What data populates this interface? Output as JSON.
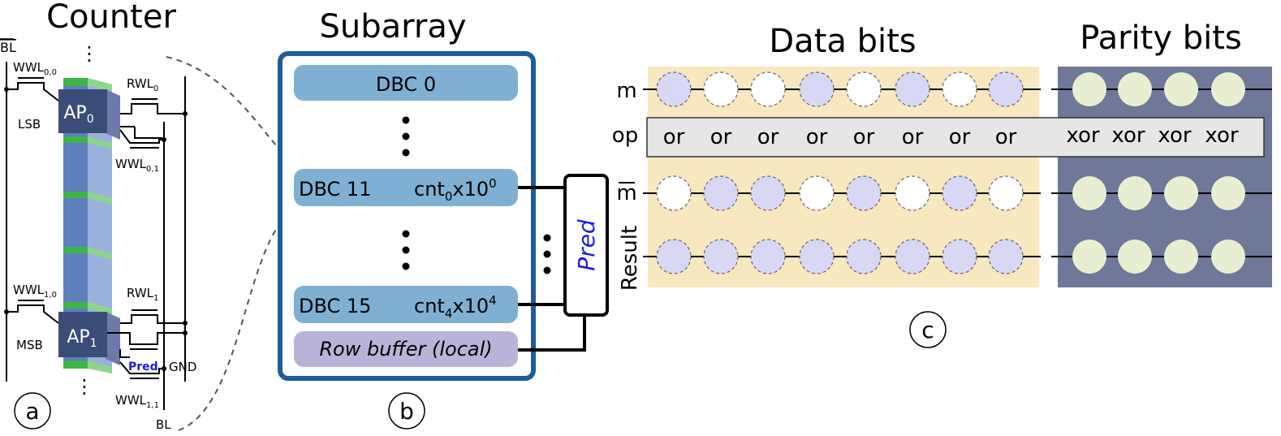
{
  "panel_a": {
    "title": "Counter",
    "bl_bar": "BL",
    "bl": "BL",
    "gnd": "GND",
    "lsb": "LSB",
    "msb": "MSB",
    "pred": "Pred",
    "ap0": {
      "base": "AP",
      "sub": "0"
    },
    "ap1": {
      "base": "AP",
      "sub": "1"
    },
    "wwl00": {
      "base": "WWL",
      "sub": "0,0"
    },
    "wwl01": {
      "base": "WWL",
      "sub": "0,1"
    },
    "wwl10": {
      "base": "WWL",
      "sub": "1,0"
    },
    "wwl11": {
      "base": "WWL",
      "sub": "1,1"
    },
    "rwl0": {
      "base": "RWL",
      "sub": "0"
    },
    "rwl1": {
      "base": "RWL",
      "sub": "1"
    },
    "badge": "a"
  },
  "panel_b": {
    "title": "Subarray",
    "dbc0": "DBC 0",
    "dbc11": "DBC 11",
    "dbc15": "DBC 15",
    "cnt0": {
      "base": "cnt",
      "sub": "0",
      "mid": "x10",
      "sup": "0"
    },
    "cnt4": {
      "base": "cnt",
      "sub": "4",
      "mid": "x10",
      "sup": "4"
    },
    "row_buffer": "Row buffer (local)",
    "pred": "Pred",
    "badge": "b"
  },
  "panel_c": {
    "data_title": "Data bits",
    "parity_title": "Parity bits",
    "row_labels": {
      "m": "m",
      "op": "op",
      "mbar": "m",
      "result": "Result"
    },
    "data_ops": [
      "or",
      "or",
      "or",
      "or",
      "or",
      "or",
      "or",
      "or"
    ],
    "parity_ops": [
      "xor",
      "xor",
      "xor",
      "xor"
    ],
    "m_bits": [
      1,
      0,
      0,
      1,
      0,
      1,
      0,
      1
    ],
    "mbar_bits": [
      0,
      1,
      1,
      0,
      1,
      0,
      1,
      0
    ],
    "result_bits": [
      1,
      1,
      1,
      1,
      1,
      1,
      1,
      1
    ],
    "badge": "c"
  },
  "colors": {
    "subarray_border": "#1f5c99",
    "dbc_fill": "#7fb0d4",
    "row_buffer_fill": "#b8b4d8",
    "data_bg": "#f8e7bf",
    "parity_bg": "#6f7899",
    "bit_on": "#d8d8f6",
    "bit_off": "#ffffff",
    "parity_bit": "#e8efd0",
    "op_bar": "#e6e6e6",
    "pred_text": "#1a1adf",
    "ap_fill": "#3c4c78",
    "column_fill": "#5d80bd",
    "column_side": "#9bb1dd",
    "column_band": "#3cb54a"
  }
}
